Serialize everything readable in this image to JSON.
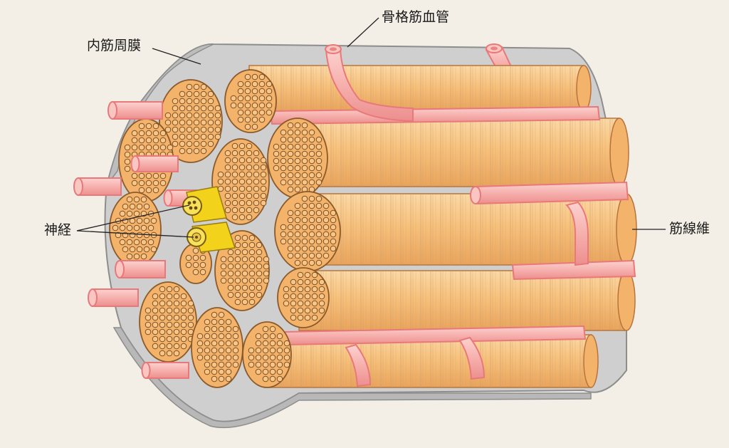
{
  "labels": {
    "endomysium": "内筋周膜",
    "blood_vessel": "骨格筋血管",
    "nerve": "神経",
    "muscle_fiber": "筋線維"
  },
  "colors": {
    "background": "#f3efe6",
    "sheath": "#cfcfcf",
    "fiber": "#f7c17c",
    "fiber_end": "#f4b36a",
    "vessel": "#f7b8b4",
    "vessel_outline": "#e8787a",
    "nerve": "#f2d21b"
  }
}
